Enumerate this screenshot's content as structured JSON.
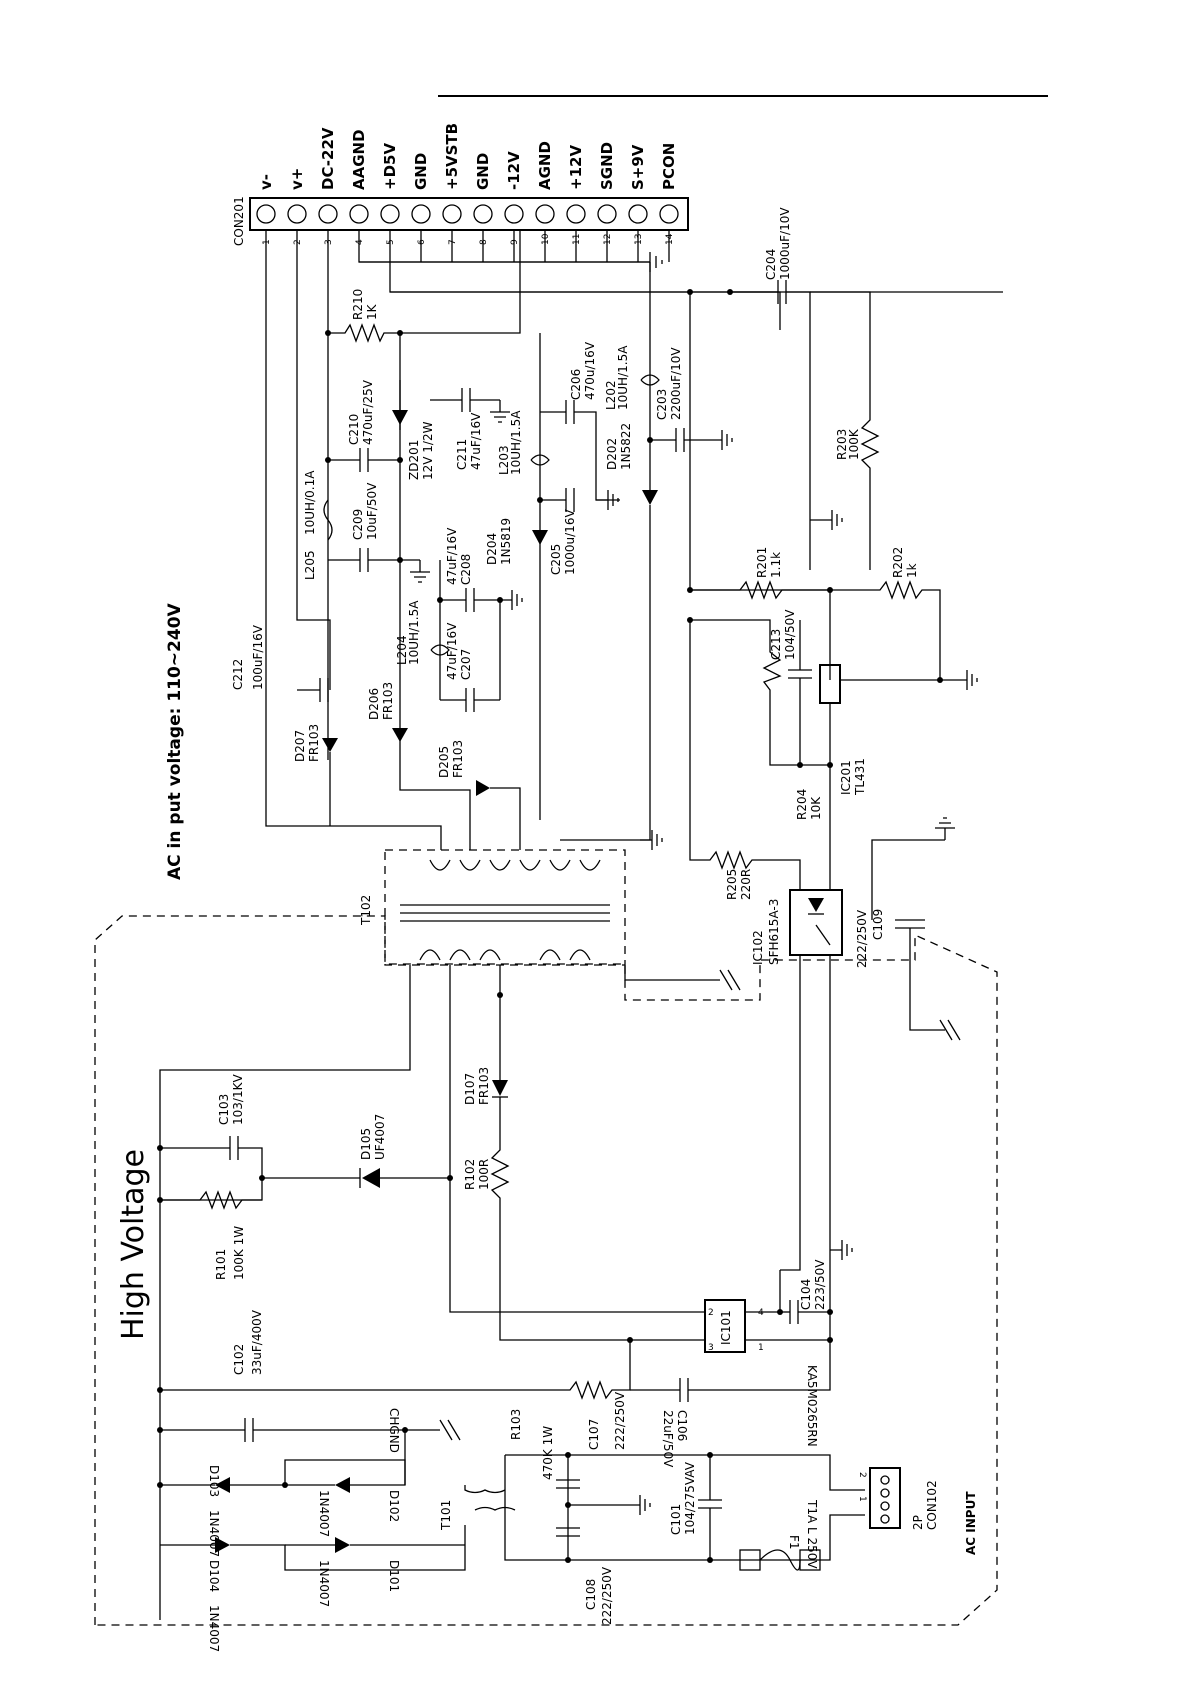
{
  "title_high_voltage": "High Voltage",
  "title_ac_input_voltage": "AC in put voltage: 110~240V",
  "connector": {
    "ref": "CON201",
    "pins": [
      {
        "num": "1",
        "label": "v-"
      },
      {
        "num": "2",
        "label": "v+"
      },
      {
        "num": "3",
        "label": "DC-22V"
      },
      {
        "num": "4",
        "label": "AAGND"
      },
      {
        "num": "5",
        "label": "+D5V"
      },
      {
        "num": "6",
        "label": "GND"
      },
      {
        "num": "7",
        "label": "+5VSTB"
      },
      {
        "num": "8",
        "label": "GND"
      },
      {
        "num": "9",
        "label": "-12V"
      },
      {
        "num": "10",
        "label": "AGND"
      },
      {
        "num": "11",
        "label": "+12V"
      },
      {
        "num": "12",
        "label": "SGND"
      },
      {
        "num": "13",
        "label": "S+9V"
      },
      {
        "num": "14",
        "label": "PCON"
      }
    ]
  },
  "secondary": {
    "c204": {
      "ref": "C204",
      "val": "1000uF/10V"
    },
    "r210": {
      "ref": "R210",
      "val": "1K"
    },
    "c210": {
      "ref": "C210",
      "val": "470uF/25V"
    },
    "zd201": {
      "ref": "ZD201",
      "val": "12V 1/2W"
    },
    "c211": {
      "ref": "C211",
      "val": "47uF/16V"
    },
    "c206": {
      "ref": "C206",
      "val": "470u/16V"
    },
    "l203": {
      "ref": "L203",
      "val": "10UH/1.5A"
    },
    "l202": {
      "ref": "L202",
      "val": "10UH/1.5A"
    },
    "c203": {
      "ref": "C203",
      "val": "2200uF/10V"
    },
    "d202": {
      "ref": "D202",
      "val": "1N5822"
    },
    "l205": {
      "ref": "L205",
      "val": "10UH/0.1A"
    },
    "c209": {
      "ref": "C209",
      "val": "10uF/50V"
    },
    "c208": {
      "ref": "C208",
      "val": "47uF/16V"
    },
    "d204": {
      "ref": "D204",
      "val": "1N5819"
    },
    "c205": {
      "ref": "C205",
      "val": "1000u/16V"
    },
    "r203": {
      "ref": "R203",
      "val": "100K"
    },
    "l204": {
      "ref": "L204",
      "val": "10UH/1.5A"
    },
    "c207": {
      "ref": "C207",
      "val": "47uF/16V"
    },
    "c212": {
      "ref": "C212",
      "val": "100uF/16V"
    },
    "d206": {
      "ref": "D206",
      "val": "FR103"
    },
    "d207": {
      "ref": "D207",
      "val": "FR103"
    },
    "d205": {
      "ref": "D205",
      "val": "FR103"
    },
    "r201": {
      "ref": "R201",
      "val": "1.1k"
    },
    "r202": {
      "ref": "R202",
      "val": "1k"
    },
    "c213": {
      "ref": "C213",
      "val": "104/50V"
    },
    "ic201": {
      "ref": "IC201",
      "val": "TL431"
    },
    "r204": {
      "ref": "R204",
      "val": "10K"
    },
    "r205": {
      "ref": "R205",
      "val": "220R"
    }
  },
  "isolation": {
    "t102": "T102",
    "ic102": {
      "ref": "IC102",
      "val": "SFH615A-3"
    },
    "c109": {
      "ref": "C109",
      "val": "222/250V"
    }
  },
  "primary": {
    "c103": {
      "ref": "C103",
      "val": "103/1KV"
    },
    "d105": {
      "ref": "D105",
      "val": "UF4007"
    },
    "d107": {
      "ref": "D107",
      "val": "FR103"
    },
    "r102": {
      "ref": "R102",
      "val": "100R"
    },
    "r101": {
      "ref": "R101",
      "val": "100K 1W"
    },
    "c102": {
      "ref": "C102",
      "val": "33uF/400V"
    },
    "c104": {
      "ref": "C104",
      "val": "223/50V"
    },
    "ic101": {
      "ref": "IC101",
      "val": "KA5M0265RN",
      "pins": [
        "2",
        "4",
        "3",
        "1"
      ]
    },
    "c106": {
      "ref": "C106",
      "val": "22uF/50V"
    },
    "r103": {
      "ref": "R103",
      "val": "470K 1W"
    },
    "c107": {
      "ref": "C107",
      "val": "222/250V"
    },
    "chgnd": "CHGND",
    "d103": {
      "ref": "D103",
      "val": "1N4007"
    },
    "d102": {
      "ref": "D102",
      "val": "1N4007"
    },
    "d104": {
      "ref": "D104",
      "val": "1N4007"
    },
    "d101": {
      "ref": "D101",
      "val": "1N4007"
    },
    "t101": "T101",
    "c101": {
      "ref": "C101",
      "val": "104/275VAV"
    },
    "c108": {
      "ref": "C108",
      "val": "222/250V"
    },
    "f1": {
      "ref": "F1",
      "val": "T1A L 250V"
    },
    "con102": {
      "ref": "CON102",
      "val": "2P",
      "pins": [
        "2",
        "1"
      ]
    },
    "ac_input": "AC INPUT"
  }
}
